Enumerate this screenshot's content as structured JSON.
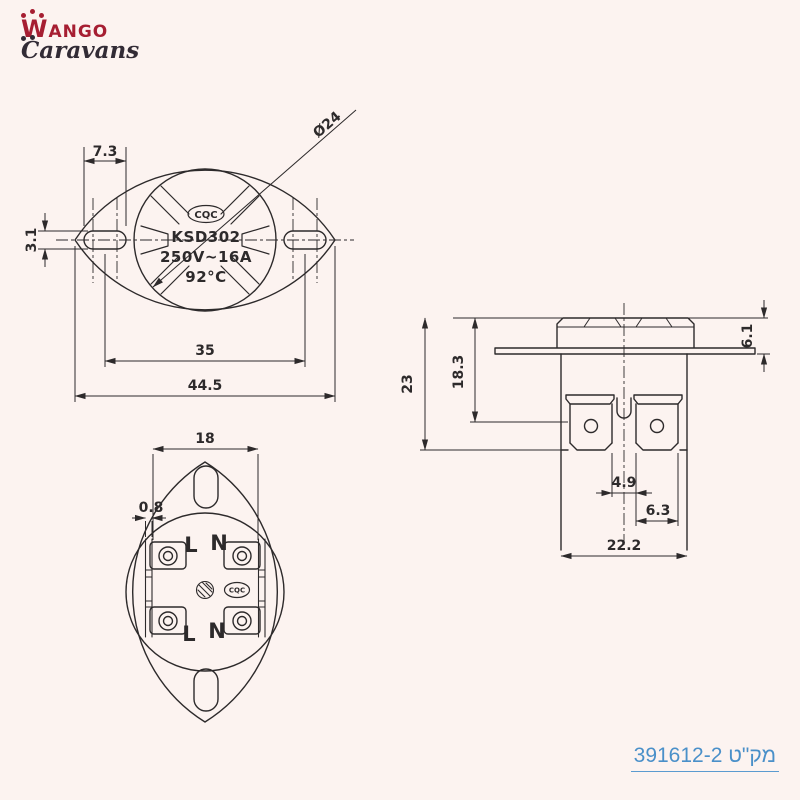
{
  "colors": {
    "background": "#fcf3f0",
    "line": "#2d2a2b",
    "logo_primary": "#a61e32",
    "logo_secondary": "#322b35",
    "link": "#4a90c9"
  },
  "logo": {
    "line1": "Wango",
    "line2": "Caravans"
  },
  "front_view": {
    "cqc_label": "CQC",
    "model": "KSD302",
    "rating": "250V~16A",
    "temperature": "92°C",
    "dims": {
      "slot_width": "7.3",
      "slot_height": "3.1",
      "diameter": "Ø24",
      "hole_spacing": "35",
      "overall_width": "44.5"
    }
  },
  "side_view": {
    "dims": {
      "overall_height": "23",
      "body_height": "18.3",
      "cap_height": "6.1",
      "terminal_gap": "4.9",
      "terminal_width": "6.3",
      "terminal_span": "22.2"
    }
  },
  "bottom_view": {
    "cqc_label": "CQC",
    "terminals": {
      "top_left": "L",
      "top_right": "N",
      "bottom_left": "L",
      "bottom_right": "N"
    },
    "dims": {
      "mount_width": "18",
      "bracket_thickness": "0.8"
    }
  },
  "footer": {
    "part_number": "מק\"ט 391612-2"
  }
}
